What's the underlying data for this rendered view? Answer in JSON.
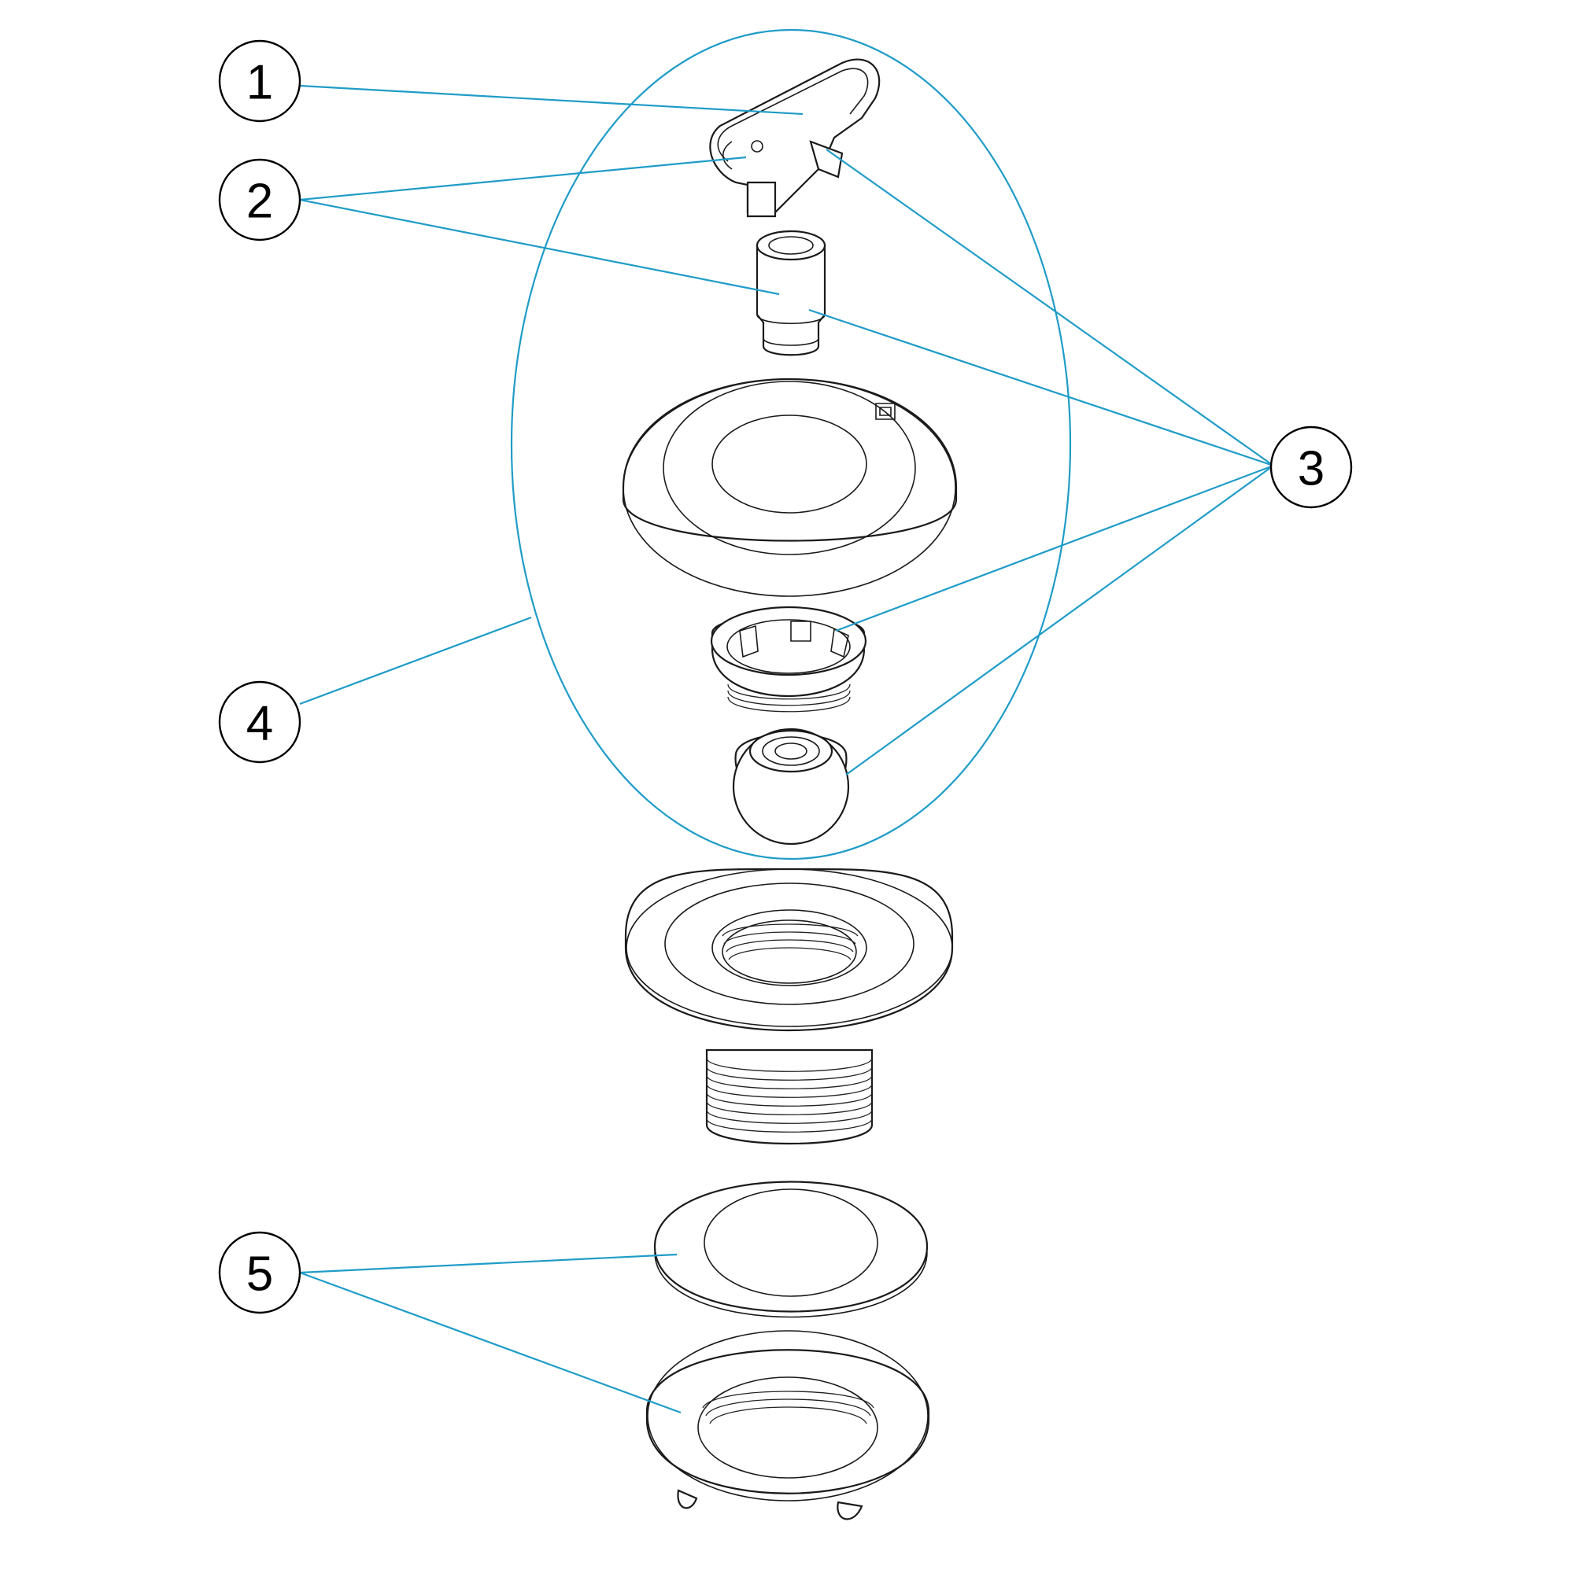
{
  "colors": {
    "leader": "#1f9cc7",
    "outline": "#1a1a1a",
    "background": "#ffffff"
  },
  "callouts": [
    {
      "id": "1",
      "label": "1"
    },
    {
      "id": "2",
      "label": "2"
    },
    {
      "id": "3",
      "label": "3"
    },
    {
      "id": "4",
      "label": "4"
    },
    {
      "id": "5",
      "label": "5"
    }
  ]
}
